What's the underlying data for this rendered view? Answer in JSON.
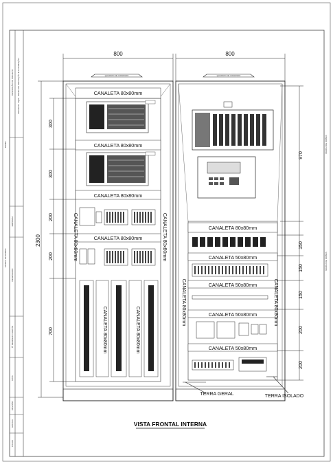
{
  "drawing": {
    "title": "VISTA FRONTAL INTERNA",
    "width_left": "800",
    "width_right": "800",
    "height_total": "2300",
    "height_right_top": "970",
    "left_dims": [
      "300",
      "300",
      "200",
      "200",
      "700"
    ],
    "right_dims": [
      "150",
      "150",
      "150",
      "200",
      "200"
    ],
    "terra_geral": "TERRA GERAL",
    "terra_isolado": "TERRA ISOLADO"
  },
  "left_cabinet": {
    "canaletas": [
      "CANALETA 80x80mm",
      "CANALETA 80x80mm",
      "CANALETA 80x80mm",
      "CANALETA 80x80mm"
    ],
    "vertical_left": "CANALETA 80x80mm",
    "vertical_right": "CANALETA 80x80mm",
    "vertical_bottom_1": "CANALETA 80x80mm",
    "vertical_bottom_2": "CANALETA 80x80mm"
  },
  "right_cabinet": {
    "canaletas": [
      "CANALETA 80x80mm",
      "CANALETA 50x80mm",
      "CANALETA 50x80mm",
      "CANALETA 50x80mm",
      "CANALETA 50x80mm"
    ],
    "vertical_left": "CANALETA 80x80mm",
    "vertical_right": "CANALETA 80x80mm"
  },
  "title_block": {
    "lines": [
      "DESCRIÇÃO DO PROJETO",
      "PROJETO: TQDI - PAINEL DE PROTEÇÃO E AUTOMAÇÃO",
      "EMPRESA",
      "DESENHADO",
      "Nº DESENHO CLIENTE",
      "DATA",
      "REVISÃO",
      "ESCALA",
      "FOLHA"
    ]
  },
  "margin_labels": {
    "left_top": "PAINEL",
    "left_bottom": "MARCA DE DOBRA",
    "right_top": "MARCA DE DOBRA",
    "right_bottom": "MARCA DE DOBRA"
  },
  "header_plates": {
    "left": "QUADRO DE COMANDO",
    "right": "QUADRO DE COMANDO"
  }
}
